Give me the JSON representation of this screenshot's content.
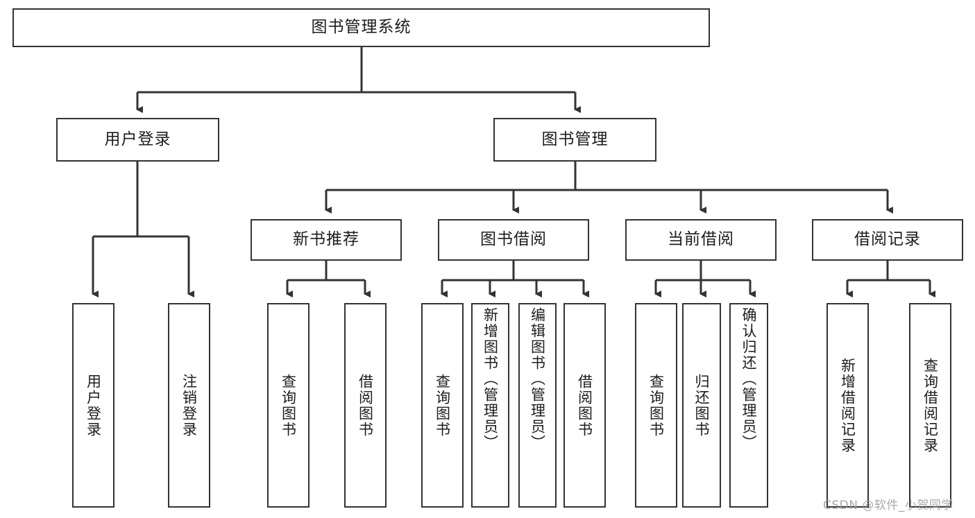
{
  "diagram": {
    "type": "tree",
    "title": "图书管理系统",
    "watermark": "CSDN @软件_小贺同学",
    "colors": {
      "box_border": "#333333",
      "box_fill": "#ffffff",
      "line": "#333333",
      "text": "#1c1c1c",
      "watermark": "#9a9a9a"
    },
    "root": {
      "label": "图书管理系统"
    },
    "level2": [
      {
        "label": "用户登录"
      },
      {
        "label": "图书管理"
      }
    ],
    "level3": [
      {
        "label": "新书推荐"
      },
      {
        "label": "图书借阅"
      },
      {
        "label": "当前借阅"
      },
      {
        "label": "借阅记录"
      }
    ],
    "leaves": {
      "user_login": [
        {
          "label": "用户登录"
        },
        {
          "label": "注销登录"
        }
      ],
      "new_book_rec": [
        {
          "label": "查询图书"
        },
        {
          "label": "借阅图书"
        }
      ],
      "book_borrow": [
        {
          "label": "查询图书"
        },
        {
          "label": "新增图书（管理员）"
        },
        {
          "label": "编辑图书（管理员）"
        },
        {
          "label": "借阅图书"
        }
      ],
      "current_borrow": [
        {
          "label": "查询图书"
        },
        {
          "label": "归还图书"
        },
        {
          "label": "确认归还（管理员）"
        }
      ],
      "borrow_record": [
        {
          "label": "新增借阅记录"
        },
        {
          "label": "查询借阅记录"
        }
      ]
    }
  }
}
